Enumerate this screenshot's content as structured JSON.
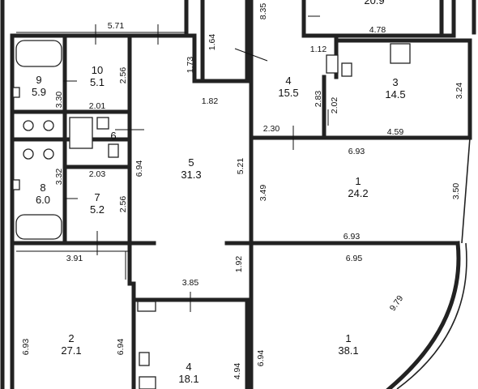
{
  "rooms": [
    {
      "id": "9",
      "area": "5.9"
    },
    {
      "id": "10",
      "area": "5.1"
    },
    {
      "id": "6",
      "area": ""
    },
    {
      "id": "8",
      "area": "6.0"
    },
    {
      "id": "7",
      "area": "5.2"
    },
    {
      "id": "5",
      "area": "31.3"
    },
    {
      "id": "4",
      "area": "15.5"
    },
    {
      "id": "3",
      "area": "14.5"
    },
    {
      "id": "1",
      "area": "24.2"
    },
    {
      "id": "2",
      "area": "27.1"
    },
    {
      "id": "4",
      "area": "18.1"
    },
    {
      "id": "1",
      "area": "38.1"
    },
    {
      "id": "",
      "area": "20.9"
    }
  ],
  "dims": [
    "5.71",
    "1.64",
    "1.73",
    "2.56",
    "2.01",
    "3.30",
    "2.03",
    "3.32",
    "2.56",
    "6.94",
    "1.82",
    "5.21",
    "8.35",
    "1.12",
    "4.78",
    "2.83",
    "2.02",
    "3.24",
    "2.30",
    "4.59",
    "6.93",
    "3.49",
    "3.50",
    "6.93",
    "3.91",
    "1.92",
    "6.95",
    "3.85",
    "9.79",
    "6.93",
    "6.94",
    "4.94",
    "6.94"
  ]
}
